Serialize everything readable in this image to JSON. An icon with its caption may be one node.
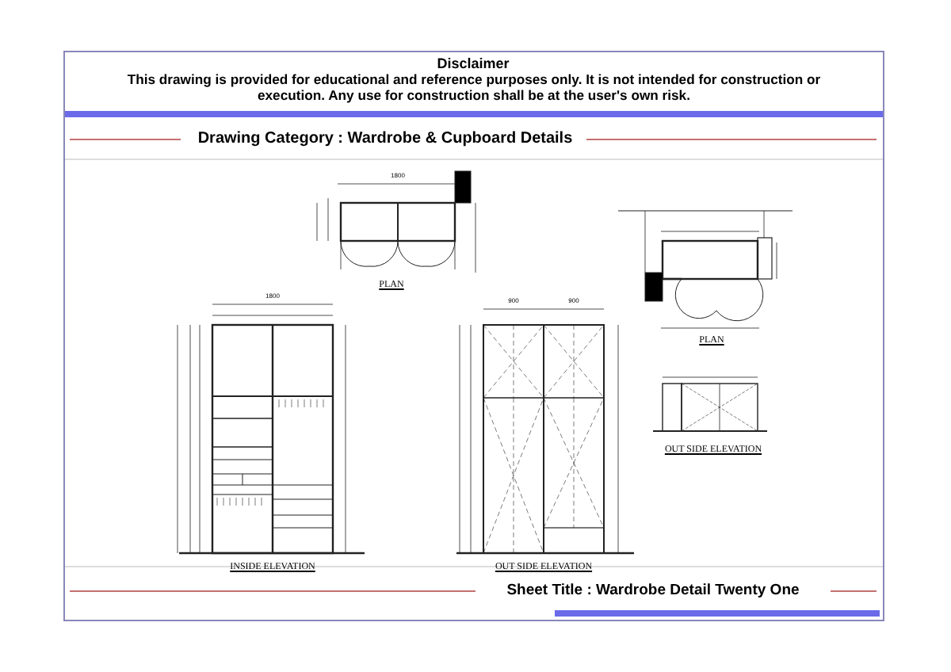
{
  "diagram": {
    "labels": [
      "Disclaimer",
      "This drawing is provided for educational and reference purposes only. It is not intended for construction or execution. Any use for construction shall be at the user's own risk.",
      "Drawing Category : Wardrobe & Cupboard Details",
      "1800",
      "PLAN",
      "PLAN",
      "1800",
      "900",
      "900",
      "OUT SIDE ELEVATION",
      "INSIDE ELEVATION",
      "OUT SIDE ELEVATION",
      "Sheet Title : Wardrobe Detail Twenty One"
    ]
  }
}
